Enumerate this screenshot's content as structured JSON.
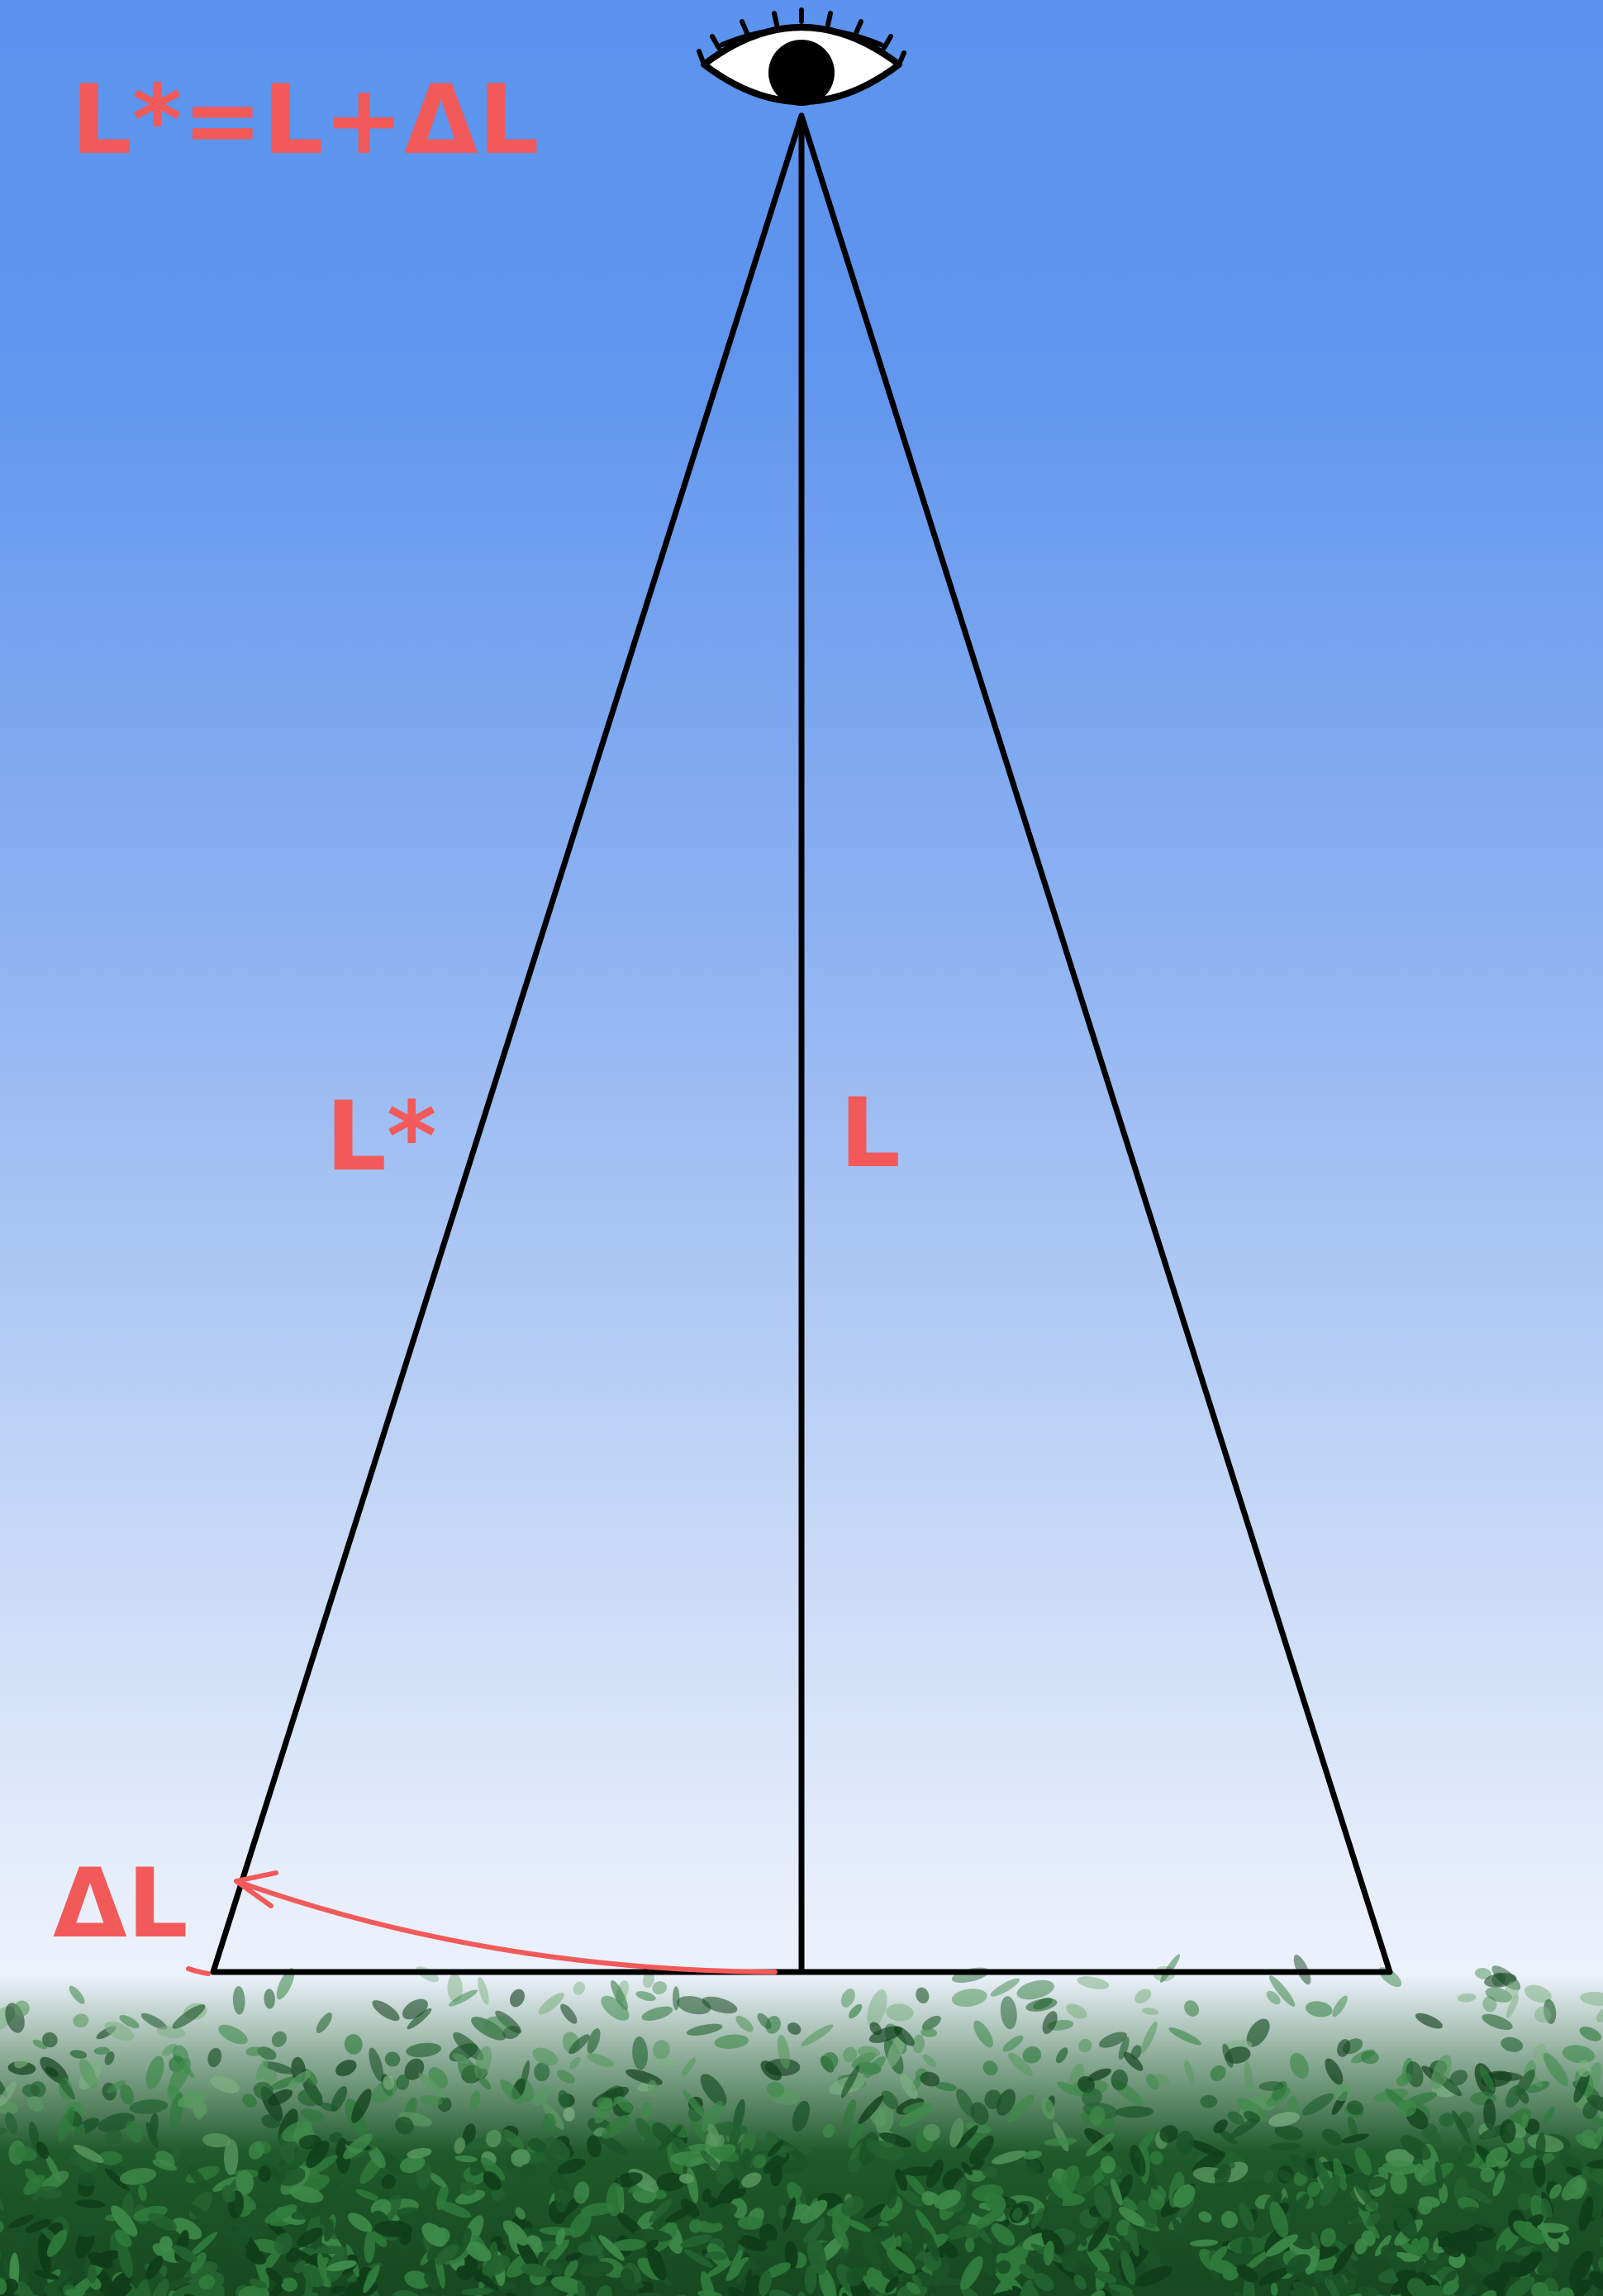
{
  "labels": {
    "formula": "L*=L+ΔL",
    "slant": "L*",
    "vertical": "L",
    "delta": "ΔL"
  },
  "colors": {
    "sky_top": "#5b93ee",
    "sky_bottom": "#ffffff",
    "label": "#f25a5a",
    "line": "#000000",
    "foliage": "#1f5a2a"
  },
  "icons": {
    "observer": "eye-icon",
    "ground": "foliage"
  }
}
